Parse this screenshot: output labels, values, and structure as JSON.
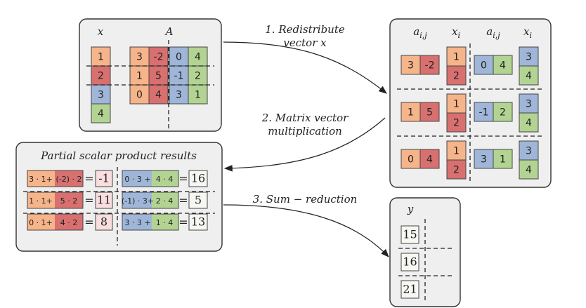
{
  "colors": {
    "orange": "#f6b48a",
    "red": "#d87070",
    "blue": "#9fb6d8",
    "green": "#b3d393",
    "pink": "#f8dede",
    "panel": "#efefef",
    "border": "#444444"
  },
  "panel_a": {
    "x_label": "x",
    "a_label": "A",
    "x_vector": [
      "1",
      "2",
      "3",
      "4"
    ],
    "matrix": [
      [
        "3",
        "-2",
        "0",
        "4"
      ],
      [
        "1",
        "5",
        "-1",
        "2"
      ],
      [
        "0",
        "4",
        "3",
        "1"
      ]
    ]
  },
  "steps": {
    "step1_line1": "1. Redistribute",
    "step1_line2": "vector x",
    "step2_line1": "2. Matrix vector",
    "step2_line2": "multiplication",
    "step3": "3. Sum − reduction"
  },
  "panel_b": {
    "header_a": "a",
    "header_a_sub": "i,j",
    "header_x": "x",
    "header_x_sub": "i",
    "rows": [
      {
        "a_left": [
          "3",
          "-2"
        ],
        "x_left": [
          "1",
          "2"
        ],
        "a_right": [
          "0",
          "4"
        ],
        "x_right": [
          "3",
          "4"
        ]
      },
      {
        "a_left": [
          "1",
          "5"
        ],
        "x_left": [
          "1",
          "2"
        ],
        "a_right": [
          "-1",
          "2"
        ],
        "x_right": [
          "3",
          "4"
        ]
      },
      {
        "a_left": [
          "0",
          "4"
        ],
        "x_left": [
          "1",
          "2"
        ],
        "a_right": [
          "3",
          "1"
        ],
        "x_right": [
          "3",
          "4"
        ]
      }
    ]
  },
  "panel_c": {
    "title": "Partial scalar product results",
    "rows": [
      {
        "left_a": "3 · 1+",
        "left_b": "(-2) · 2",
        "left_result": "-1",
        "right_a": "0 · 3 +",
        "right_b": "4 · 4",
        "right_result": "16"
      },
      {
        "left_a": "1 · 1+",
        "left_b": "5 · 2",
        "left_result": "11",
        "right_a": "(-1) · 3+",
        "right_b": "2 · 4",
        "right_result": "5"
      },
      {
        "left_a": "0 · 1+",
        "left_b": "4 · 2",
        "left_result": "8",
        "right_a": "3 · 3 +",
        "right_b": "1 · 4",
        "right_result": "13"
      }
    ]
  },
  "panel_d": {
    "y_label": "y",
    "y_vector": [
      "15",
      "16",
      "21"
    ]
  }
}
